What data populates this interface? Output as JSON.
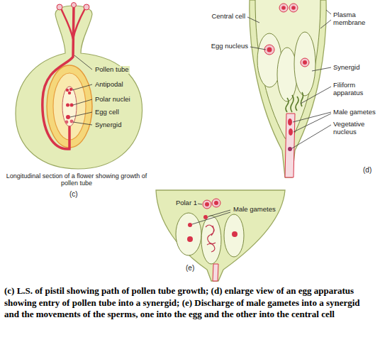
{
  "diagram": {
    "caption": "(c) L.S. of pistil showing path of pollen tube growth; (d) enlarge view of an egg apparatus showing entry of pollen tube into a synergid; (e) Discharge of male gametes into a synergid and the movements of the sperms, one into the egg and the other into the central cell",
    "labels": [
      "Pollen tube",
      "Antipodal",
      "Polar nuclei",
      "Egg cell",
      "Synergid",
      "Longitudinal section of a flower showing growth of pollen tube",
      "(c)",
      "Central cell",
      "Egg nucleus",
      "Plasma membrane",
      "Synergid",
      "Filiform apparatus",
      "Male gametes",
      "Vegetative nucleus",
      "(d)",
      "Polar 1",
      "Male gametes",
      "(e)"
    ]
  }
}
